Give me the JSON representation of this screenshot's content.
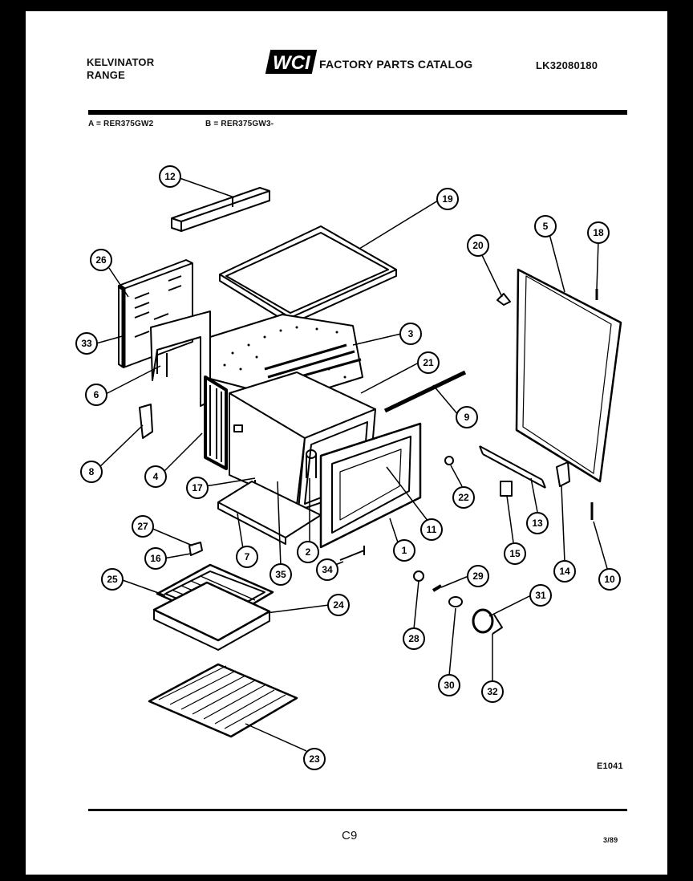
{
  "header": {
    "brand_line1": "KELVINATOR",
    "brand_line2": "RANGE",
    "logo_text": "WCI",
    "catalog_title": "FACTORY PARTS CATALOG",
    "catalog_number": "LK32080180",
    "model_a": "A = RER375GW2",
    "model_b": "B = RER375GW3-"
  },
  "footer": {
    "diagram_code": "E1041",
    "page_label": "C9",
    "date": "3/89"
  },
  "callouts": [
    "12",
    "19",
    "26",
    "33",
    "6",
    "8",
    "4",
    "17",
    "3",
    "21",
    "9",
    "20",
    "5",
    "18",
    "1",
    "2",
    "7",
    "35",
    "11",
    "22",
    "13",
    "15",
    "14",
    "10",
    "27",
    "16",
    "25",
    "24",
    "34",
    "28",
    "29",
    "30",
    "31",
    "32",
    "23"
  ]
}
